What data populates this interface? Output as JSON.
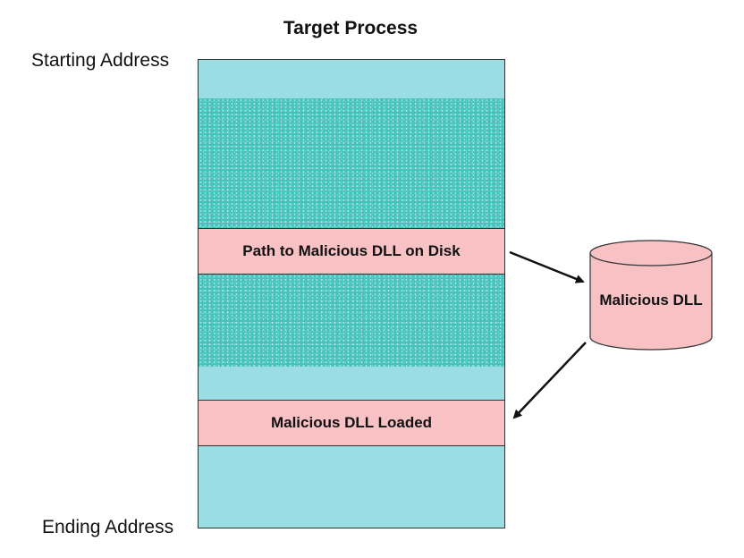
{
  "title": "Target Process",
  "addresses": {
    "start": "Starting Address",
    "end": "Ending Address"
  },
  "regions": {
    "path": "Path to Malicious DLL on Disk",
    "loaded": "Malicious DLL Loaded"
  },
  "disk": {
    "label": "Malicious DLL",
    "icon": "cylinder-icon"
  },
  "colors": {
    "memory_light": "#9adde3",
    "memory_textured": "#44c3bd",
    "highlight": "#f8c2c5"
  }
}
